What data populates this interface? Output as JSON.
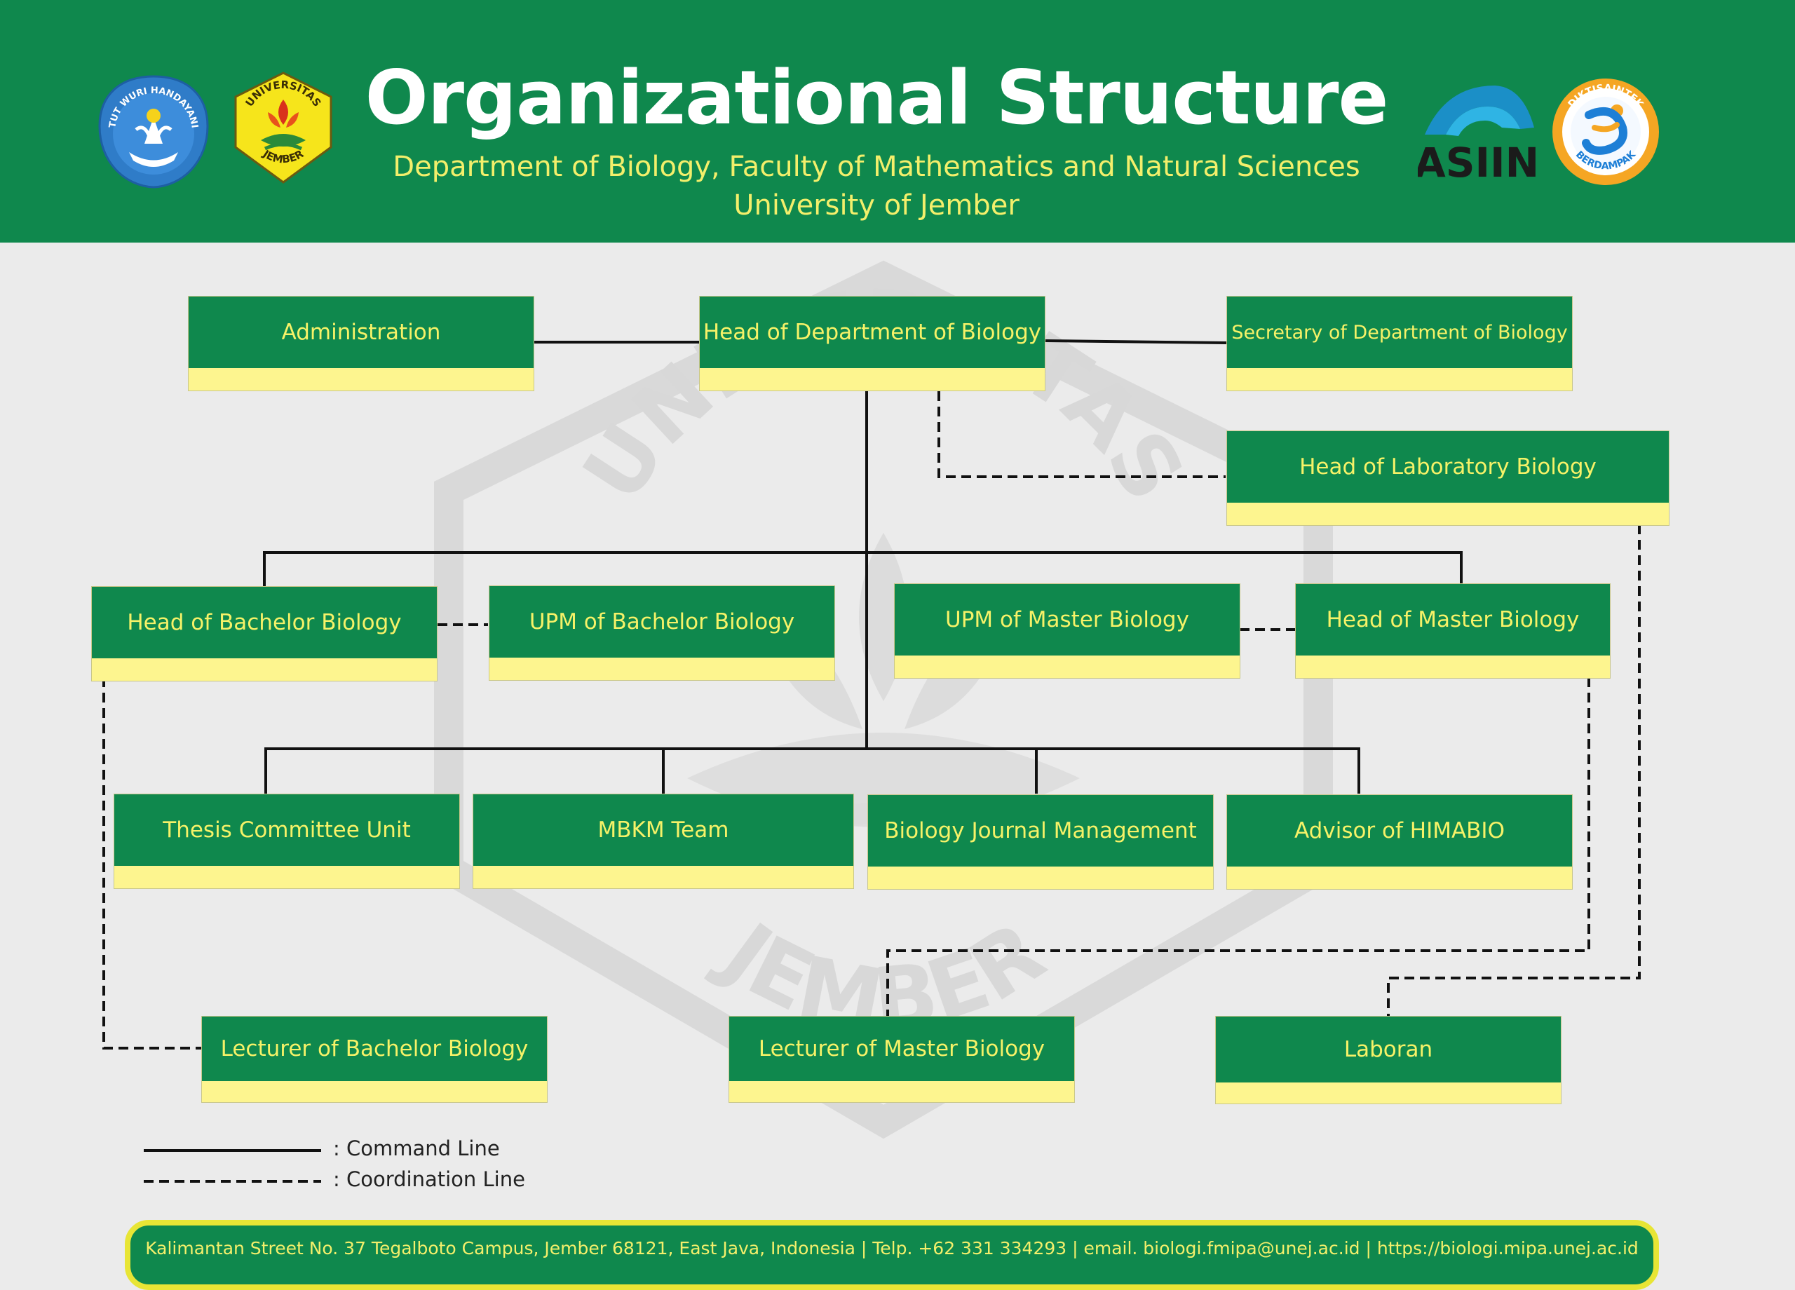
{
  "header": {
    "title": "Organizational Structure",
    "subtitle_line1": "Department of Biology, Faculty of Mathematics and Natural Sciences",
    "subtitle_line2": "University of Jember",
    "logos": {
      "tut_wuri_text": "TUT WURI HANDAYANI",
      "unej_top": "UNIVERSITAS",
      "unej_bottom": "JEMBER",
      "asiin": "ASIIN",
      "diktisaintek_top": "DIKTISAINTEK",
      "diktisaintek_bottom": "BERDAMPAK"
    }
  },
  "watermark": {
    "top": "UNIVERSITAS",
    "bottom": "JEMBER"
  },
  "units": {
    "administration": "Administration",
    "head_dept": "Head of Department of Biology",
    "secretary": "Secretary of Department of Biology",
    "head_lab": "Head of Laboratory Biology",
    "head_bachelor": "Head of Bachelor Biology",
    "upm_bachelor": "UPM of Bachelor Biology",
    "upm_master": "UPM of Master Biology",
    "head_master": "Head of Master Biology",
    "thesis_committee": "Thesis Committee Unit",
    "mbkm_team": "MBKM Team",
    "journal_mgmt": "Biology Journal Management",
    "advisor_himabio": "Advisor of HIMABIO",
    "lecturer_bachelor": "Lecturer of Bachelor Biology",
    "lecturer_master": "Lecturer of Master Biology",
    "laboran": "Laboran"
  },
  "legend": {
    "command": ": Command Line",
    "coordination": ": Coordination Line"
  },
  "footer": {
    "text": "Kalimantan Street No. 37 Tegalboto Campus, Jember 68121, East Java, Indonesia | Telp. +62 331 334293 | email. biologi.fmipa@unej.ac.id | https://biologi.mipa.unej.ac.id"
  },
  "colors": {
    "header_green": "#0f884d",
    "label_yellow": "#f6f268",
    "box_fill_yellow": "#fdf58f",
    "background": "#ebebeb",
    "line": "#111111"
  }
}
